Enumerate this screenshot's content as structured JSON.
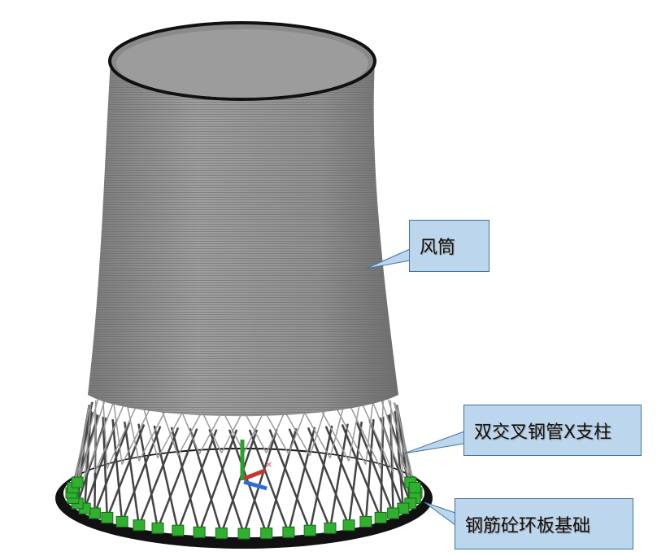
{
  "labels": {
    "shell": "风筒",
    "columns": "双交叉钢管X支柱",
    "foundation": "钢筋砼环板基础"
  },
  "colors": {
    "shell": "#8e8e8e",
    "column_pedestal": "#2fb02f",
    "callout_fill": "#bcd6ee",
    "callout_border": "#41719c",
    "axis_x": "#c0392b",
    "axis_y": "#2ca02c",
    "axis_z": "#2a6fd6"
  }
}
